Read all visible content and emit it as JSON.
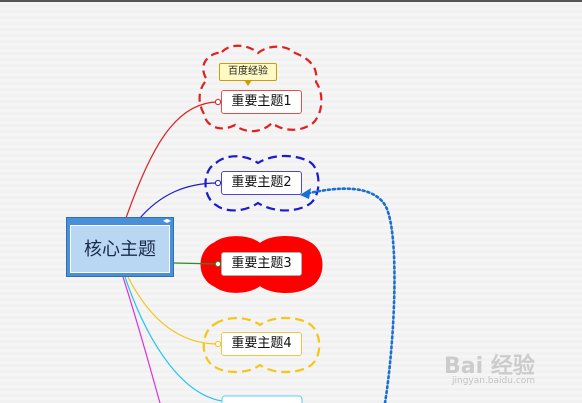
{
  "mindmap": {
    "central": {
      "label": "核心主题"
    },
    "callout": {
      "label": "百度经验"
    },
    "branches": [
      {
        "label": "重要主题1",
        "color": "#e02020",
        "boundary": "dashed",
        "boundary_color": "#e02020"
      },
      {
        "label": "重要主题2",
        "color": "#1c1ccc",
        "boundary": "dashed",
        "boundary_color": "#1c1ccc"
      },
      {
        "label": "重要主题3",
        "color": "#2e8b2e",
        "boundary": "filled",
        "boundary_color": "#ff0000"
      },
      {
        "label": "重要主题4",
        "color": "#f5c518",
        "boundary": "dashed",
        "boundary_color": "#f5c518"
      }
    ],
    "relationship_color": "#1a6fd1"
  },
  "watermark": {
    "logo": "Bai 经验",
    "url": "jingyan.baidu.com"
  }
}
